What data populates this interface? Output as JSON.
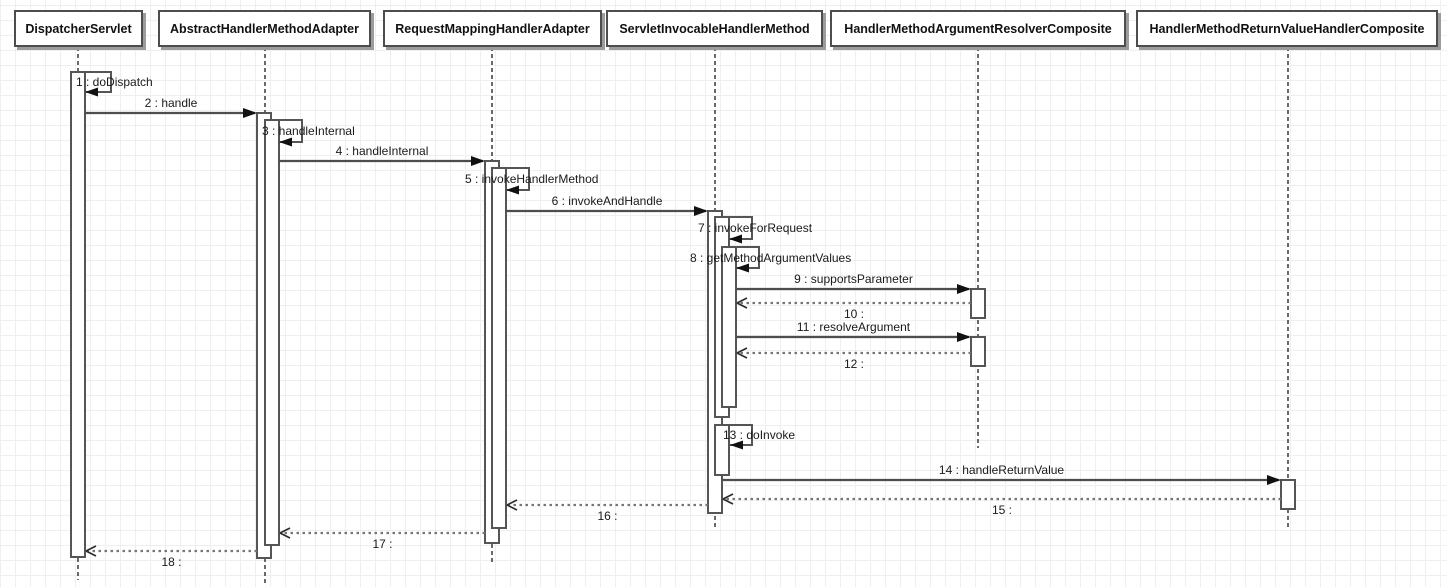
{
  "diagram": {
    "type": "uml-sequence-diagram",
    "lifelines": [
      {
        "name": "DispatcherServlet"
      },
      {
        "name": "AbstractHandlerMethodAdapter"
      },
      {
        "name": "RequestMappingHandlerAdapter"
      },
      {
        "name": "ServletInvocableHandlerMethod"
      },
      {
        "name": "HandlerMethodArgumentResolverComposite"
      },
      {
        "name": "HandlerMethodReturnValueHandlerComposite"
      }
    ],
    "messages": [
      {
        "label": "1 : doDispatch",
        "type": "self",
        "from": 0,
        "to": 0
      },
      {
        "label": "2 : handle",
        "type": "call",
        "from": 0,
        "to": 1
      },
      {
        "label": "3 : handleInternal",
        "type": "self",
        "from": 1,
        "to": 1
      },
      {
        "label": "4 : handleInternal",
        "type": "call",
        "from": 1,
        "to": 2
      },
      {
        "label": "5 : invokeHandlerMethod",
        "type": "self",
        "from": 2,
        "to": 2
      },
      {
        "label": "6 : invokeAndHandle",
        "type": "call",
        "from": 2,
        "to": 3
      },
      {
        "label": "7 : invokeForRequest",
        "type": "self",
        "from": 3,
        "to": 3
      },
      {
        "label": "8 : getMethodArgumentValues",
        "type": "self",
        "from": 3,
        "to": 3
      },
      {
        "label": "9 : supportsParameter",
        "type": "call",
        "from": 3,
        "to": 4
      },
      {
        "label": "10 :",
        "type": "return",
        "from": 4,
        "to": 3
      },
      {
        "label": "11 : resolveArgument",
        "type": "call",
        "from": 3,
        "to": 4
      },
      {
        "label": "12 :",
        "type": "return",
        "from": 4,
        "to": 3
      },
      {
        "label": "13 : doInvoke",
        "type": "self",
        "from": 3,
        "to": 3
      },
      {
        "label": "14 : handleReturnValue",
        "type": "call",
        "from": 3,
        "to": 5
      },
      {
        "label": "15 :",
        "type": "return",
        "from": 5,
        "to": 3
      },
      {
        "label": "16 :",
        "type": "return",
        "from": 3,
        "to": 2
      },
      {
        "label": "17 :",
        "type": "return",
        "from": 2,
        "to": 1
      },
      {
        "label": "18 :",
        "type": "return",
        "from": 1,
        "to": 0
      }
    ],
    "colors": {
      "background": "#ffffff",
      "grid_line": "#efefef",
      "shape_stroke": "#555555",
      "call_line": "#4d4d4d",
      "return_line": "#757575",
      "arrow_head": "#111111",
      "text": "#1a1a1a",
      "shadow": "#9c9c9c"
    }
  }
}
